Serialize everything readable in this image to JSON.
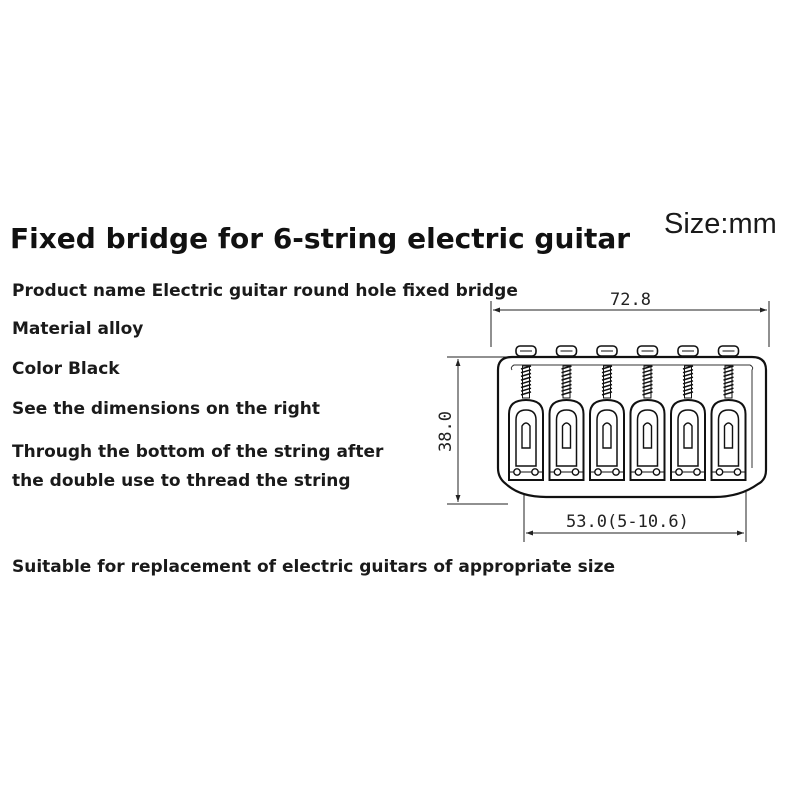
{
  "size_unit": "Size:mm",
  "title": "Fixed bridge for 6-string electric guitar",
  "specs": {
    "product_name": "Product name Electric guitar round hole fixed bridge",
    "material": "Material alloy",
    "color": "Color Black",
    "dimensions_note": "See the dimensions on the right",
    "threading_line1": "Through the bottom of the string after",
    "threading_line2": "the double use to thread the string",
    "suitability": "Suitable for replacement of electric guitars of appropriate size"
  },
  "drawing": {
    "width_label": "72.8",
    "height_label": "38.0",
    "spacing_label": "53.0(5-10.6)",
    "saddle_count": 6
  }
}
